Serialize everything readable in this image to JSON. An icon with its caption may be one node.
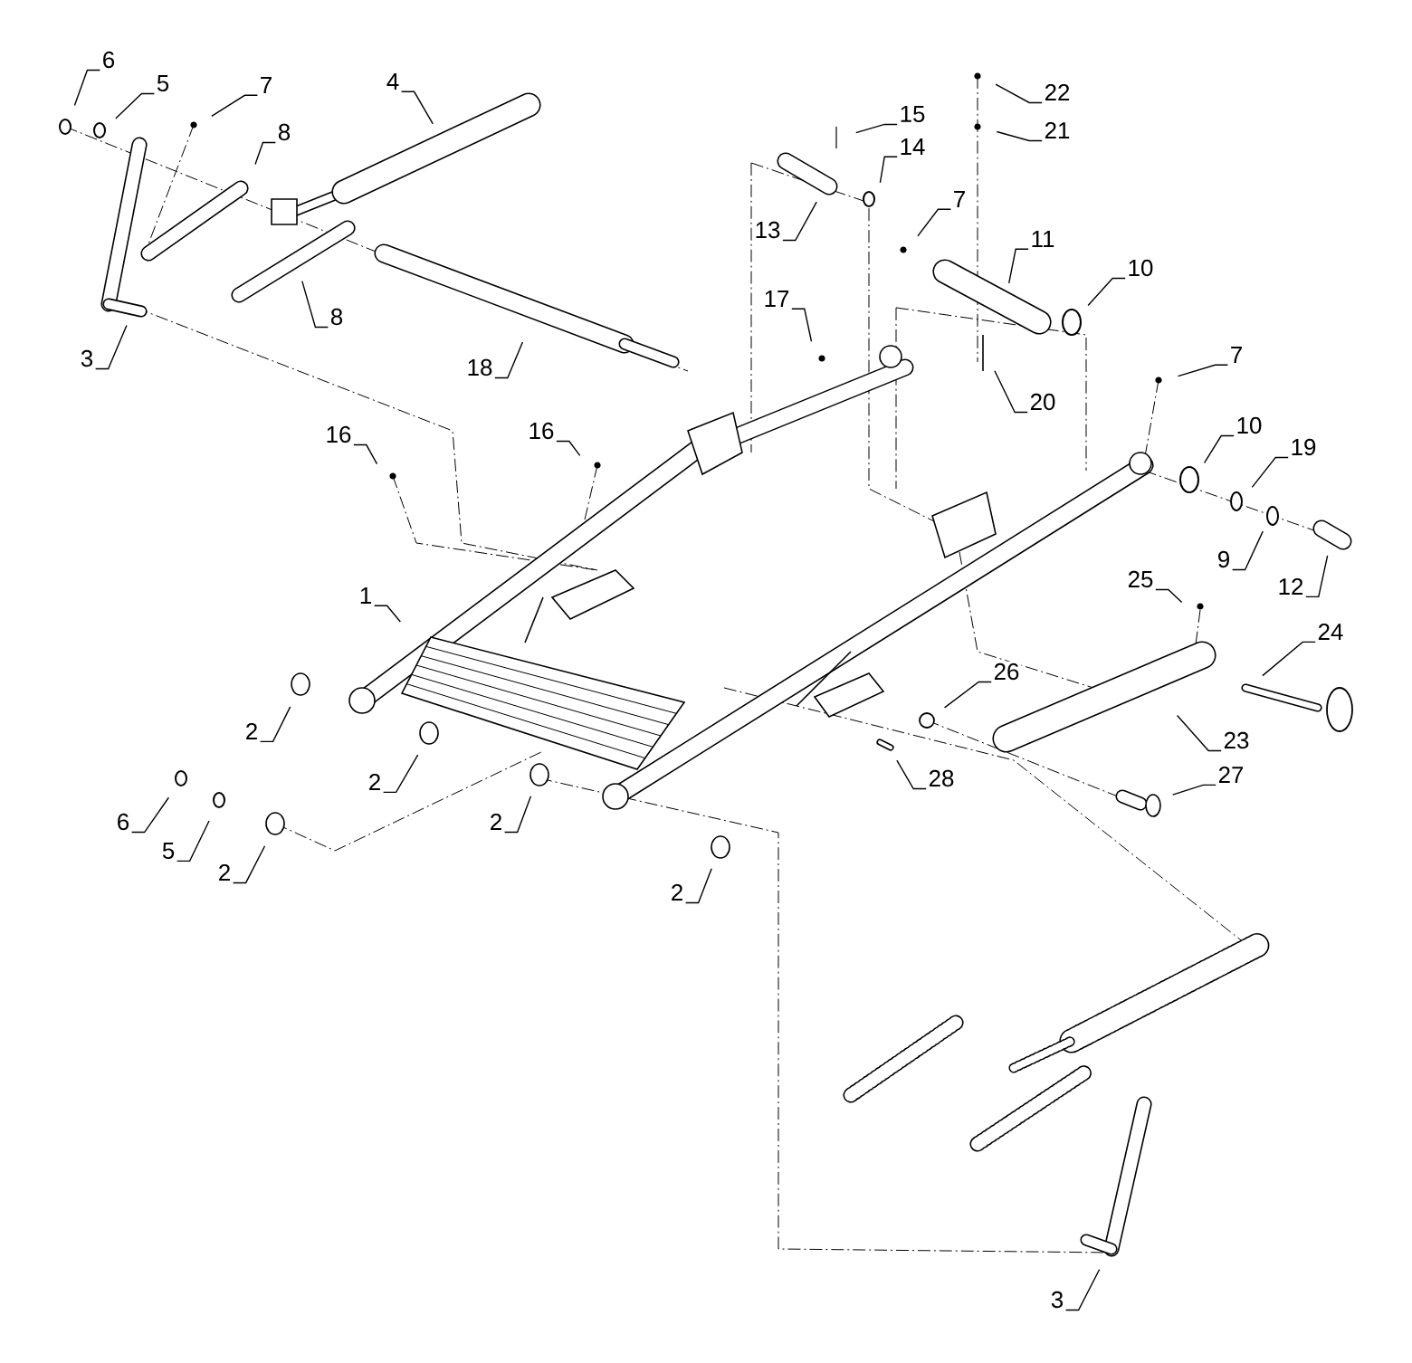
{
  "diagram": {
    "nodes": [
      {
        "text": [
          "6"
        ]
      },
      {
        "text": [
          "5"
        ]
      },
      {
        "text": [
          "7"
        ]
      },
      {
        "text": [
          "8"
        ]
      },
      {
        "text": [
          "4"
        ]
      },
      {
        "text": [
          "3"
        ]
      },
      {
        "text": [
          "8"
        ]
      },
      {
        "text": [
          "18"
        ]
      },
      {
        "text": [
          "16"
        ]
      },
      {
        "text": [
          "16"
        ]
      },
      {
        "text": [
          "15"
        ]
      },
      {
        "text": [
          "14"
        ]
      },
      {
        "text": [
          "13"
        ]
      },
      {
        "text": [
          "7"
        ]
      },
      {
        "text": [
          "22"
        ]
      },
      {
        "text": [
          "21"
        ]
      },
      {
        "text": [
          "11"
        ]
      },
      {
        "text": [
          "10"
        ]
      },
      {
        "text": [
          "17"
        ]
      },
      {
        "text": [
          "20"
        ]
      },
      {
        "text": [
          "7"
        ]
      },
      {
        "text": [
          "10"
        ]
      },
      {
        "text": [
          "19"
        ]
      },
      {
        "text": [
          "9"
        ]
      },
      {
        "text": [
          "12"
        ]
      },
      {
        "text": [
          "1"
        ]
      },
      {
        "text": [
          "25"
        ]
      },
      {
        "text": [
          "24"
        ]
      },
      {
        "text": [
          "26"
        ]
      },
      {
        "text": [
          "2"
        ]
      },
      {
        "text": [
          "2"
        ]
      },
      {
        "text": [
          "23"
        ]
      },
      {
        "text": [
          "6"
        ]
      },
      {
        "text": [
          "5"
        ]
      },
      {
        "text": [
          "28"
        ]
      },
      {
        "text": [
          "27"
        ]
      },
      {
        "text": [
          "2"
        ]
      },
      {
        "text": [
          "2"
        ]
      },
      {
        "text": [
          "2"
        ]
      },
      {
        "text": [
          "3"
        ]
      }
    ],
    "edges": [
      {
        "from": 0,
        "to": null,
        "arrow": "none"
      },
      {
        "from": 1,
        "to": null,
        "arrow": "none"
      },
      {
        "from": 2,
        "to": null,
        "arrow": "none"
      },
      {
        "from": 3,
        "to": null,
        "arrow": "none"
      },
      {
        "from": 4,
        "to": null,
        "arrow": "none"
      },
      {
        "from": 5,
        "to": null,
        "arrow": "none"
      },
      {
        "from": 6,
        "to": null,
        "arrow": "none"
      },
      {
        "from": 7,
        "to": null,
        "arrow": "none"
      },
      {
        "from": 8,
        "to": null,
        "arrow": "none"
      },
      {
        "from": 9,
        "to": null,
        "arrow": "none"
      },
      {
        "from": 10,
        "to": null,
        "arrow": "none"
      },
      {
        "from": 11,
        "to": null,
        "arrow": "none"
      },
      {
        "from": 12,
        "to": null,
        "arrow": "none"
      },
      {
        "from": 13,
        "to": null,
        "arrow": "none"
      },
      {
        "from": 14,
        "to": null,
        "arrow": "none"
      },
      {
        "from": 15,
        "to": null,
        "arrow": "none"
      },
      {
        "from": 16,
        "to": null,
        "arrow": "none"
      },
      {
        "from": 17,
        "to": null,
        "arrow": "none"
      },
      {
        "from": 18,
        "to": null,
        "arrow": "none"
      },
      {
        "from": 19,
        "to": null,
        "arrow": "none"
      },
      {
        "from": 20,
        "to": null,
        "arrow": "none"
      },
      {
        "from": 21,
        "to": null,
        "arrow": "none"
      },
      {
        "from": 22,
        "to": null,
        "arrow": "none"
      },
      {
        "from": 23,
        "to": null,
        "arrow": "none"
      },
      {
        "from": 24,
        "to": null,
        "arrow": "none"
      },
      {
        "from": 25,
        "to": null,
        "arrow": "none"
      },
      {
        "from": 26,
        "to": null,
        "arrow": "none"
      },
      {
        "from": 27,
        "to": null,
        "arrow": "none"
      },
      {
        "from": 28,
        "to": null,
        "arrow": "none"
      },
      {
        "from": 29,
        "to": null,
        "arrow": "none"
      },
      {
        "from": 30,
        "to": null,
        "arrow": "none"
      },
      {
        "from": 31,
        "to": null,
        "arrow": "none"
      },
      {
        "from": 32,
        "to": null,
        "arrow": "none"
      },
      {
        "from": 33,
        "to": null,
        "arrow": "none"
      },
      {
        "from": 34,
        "to": null,
        "arrow": "none"
      },
      {
        "from": 35,
        "to": null,
        "arrow": "none"
      },
      {
        "from": 36,
        "to": null,
        "arrow": "none"
      },
      {
        "from": 37,
        "to": null,
        "arrow": "none"
      },
      {
        "from": 38,
        "to": null,
        "arrow": "none"
      },
      {
        "from": 39,
        "to": null,
        "arrow": "none"
      }
    ]
  }
}
